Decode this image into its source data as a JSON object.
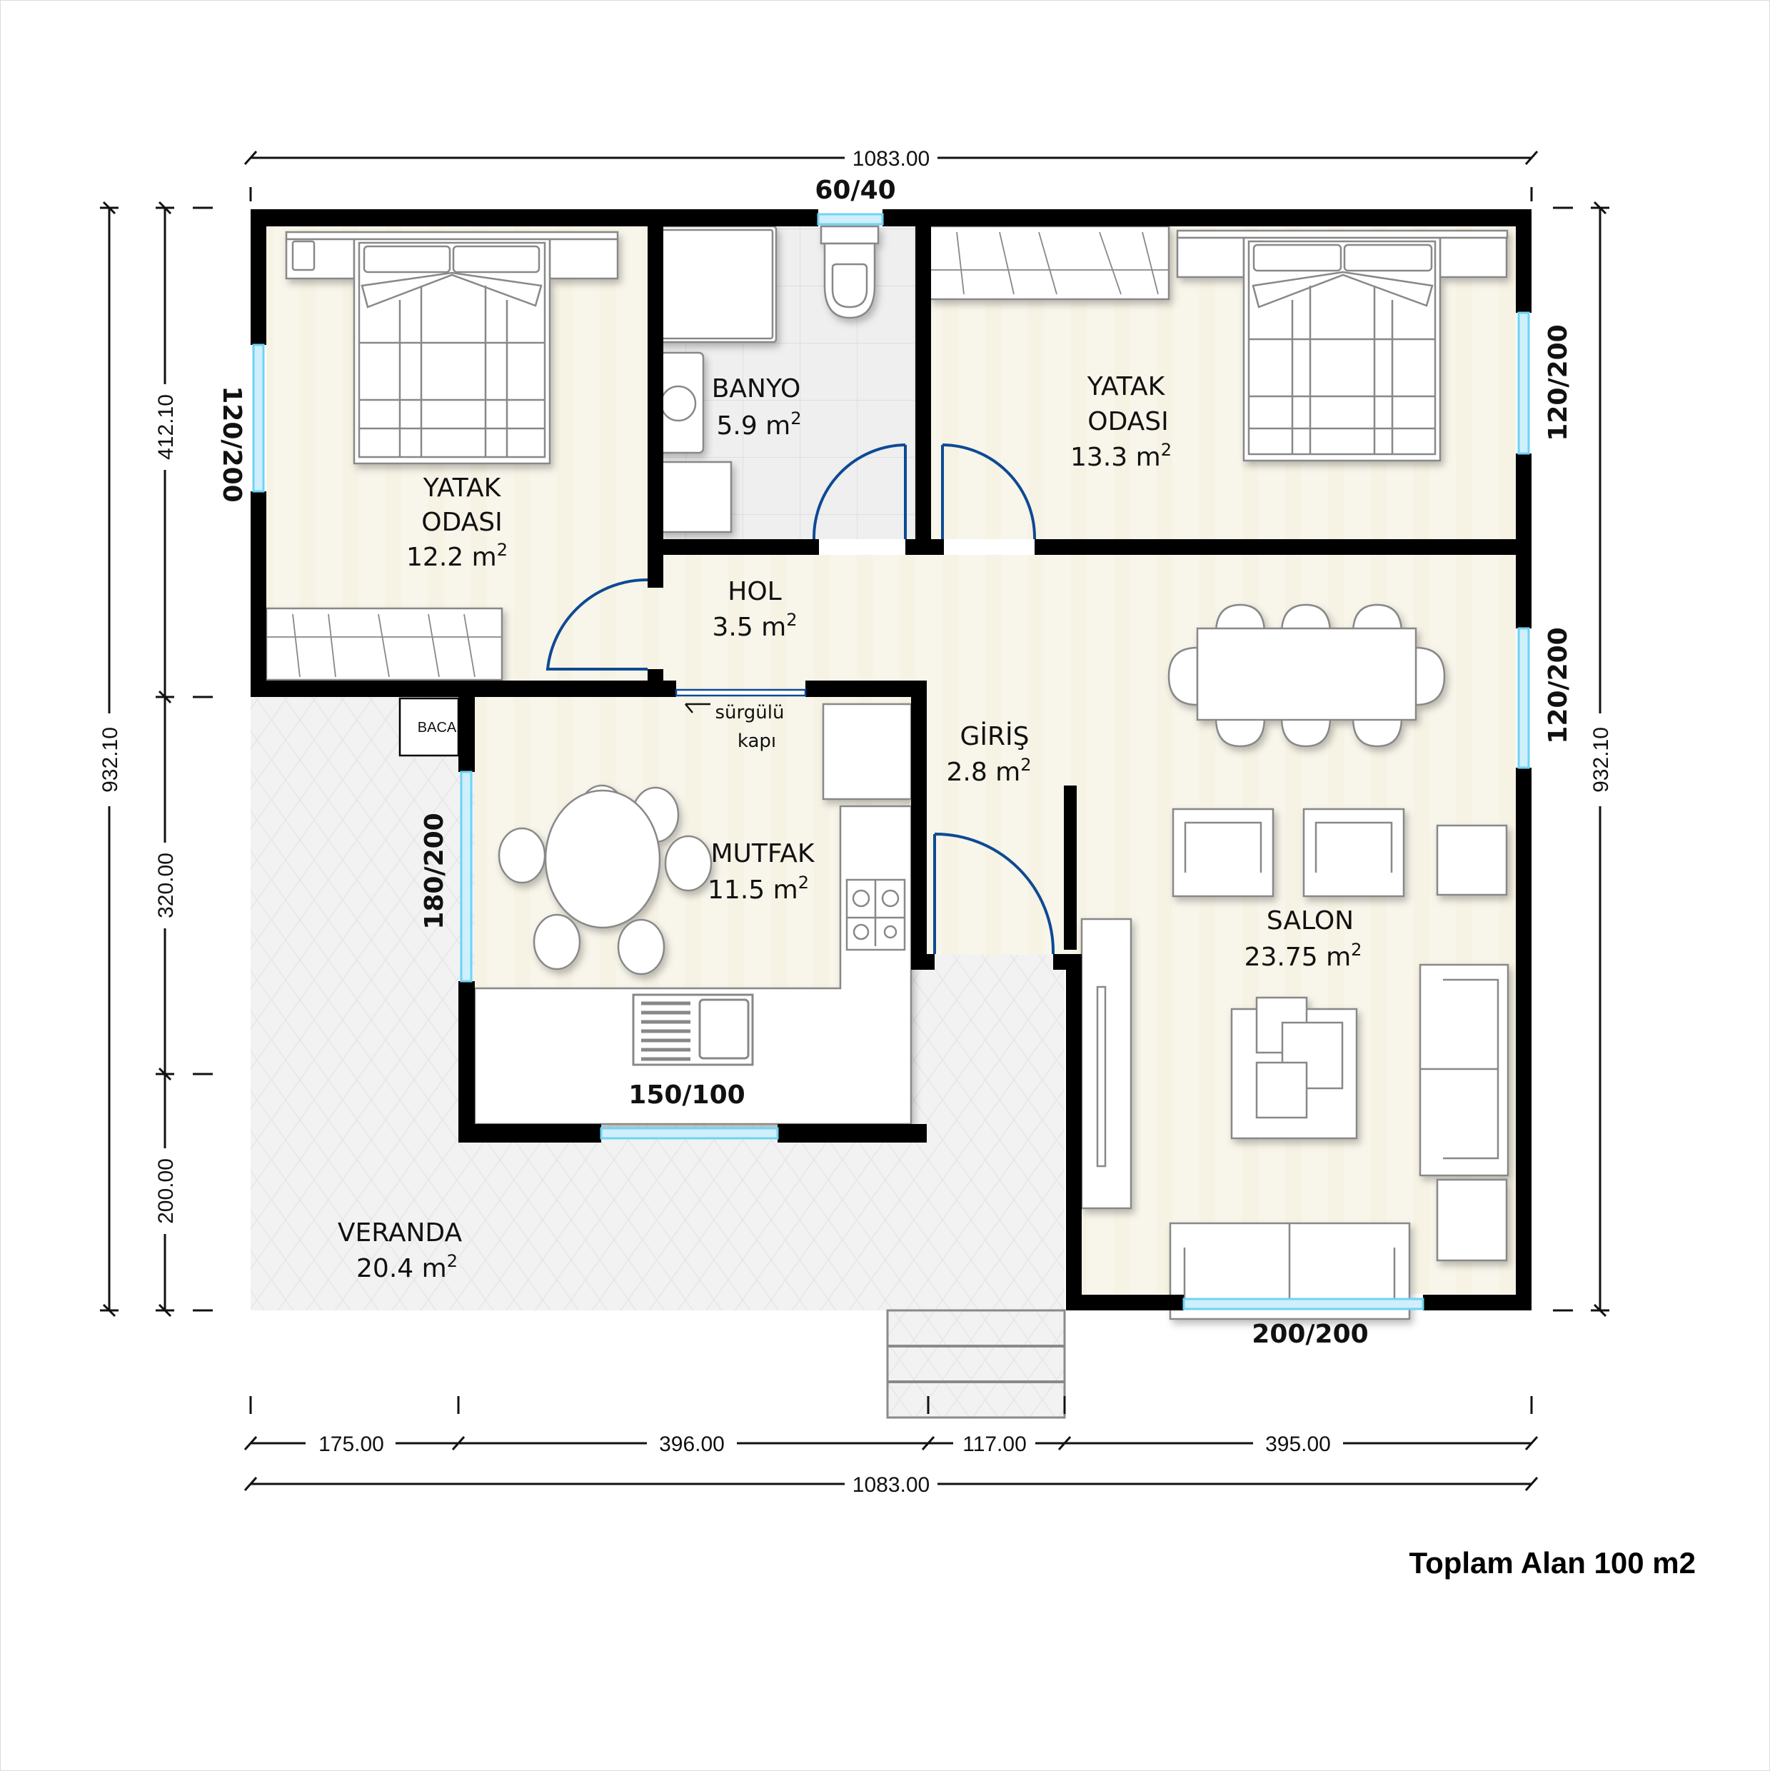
{
  "plan": {
    "colors": {
      "wall": "#000000",
      "floor_wood": "#f8f5e9",
      "floor_tile": "#eeeeee",
      "veranda": "#f1f1f1",
      "window": "#7fd8f5",
      "door_arc": "#0d4a94",
      "furniture_stroke": "#888888"
    },
    "rooms": [
      {
        "id": "yatak-odasi-1",
        "name_line1": "YATAK",
        "name_line2": "ODASI",
        "area_value": "12.2 m",
        "area_sup": "2"
      },
      {
        "id": "banyo",
        "name_line1": "BANYO",
        "area_value": "5.9 m",
        "area_sup": "2"
      },
      {
        "id": "yatak-odasi-2",
        "name_line1": "YATAK",
        "name_line2": "ODASI",
        "area_value": "13.3 m",
        "area_sup": "2"
      },
      {
        "id": "hol",
        "name_line1": "HOL",
        "area_value": "3.5 m",
        "area_sup": "2"
      },
      {
        "id": "giris",
        "name_line1": "GİRİŞ",
        "area_value": "2.8 m",
        "area_sup": "2"
      },
      {
        "id": "mutfak",
        "name_line1": "MUTFAK",
        "area_value": "11.5 m",
        "area_sup": "2"
      },
      {
        "id": "salon",
        "name_line1": "SALON",
        "area_value": "23.75 m",
        "area_sup": "2"
      },
      {
        "id": "veranda",
        "name_line1": "VERANDA",
        "area_value": "20.4 m",
        "area_sup": "2"
      }
    ],
    "annotations": {
      "sliding_door_line1": "sürgülü",
      "sliding_door_line2": "kapı",
      "chimney": "BACA"
    },
    "windows": {
      "bath_top": "60/40",
      "bedroom1_left": "120/200",
      "bedroom2_right": "120/200",
      "salon_right": "120/200",
      "kitchen_left": "180/200",
      "kitchen_bottom": "150/100",
      "salon_bottom": "200/200"
    },
    "dimensions": {
      "top_total": "1083.00",
      "bottom_segments": [
        "175.00",
        "396.00",
        "117.00",
        "395.00"
      ],
      "bottom_total": "1083.00",
      "left_total": "932.10",
      "left_segments": [
        "412.10",
        "320.00",
        "200.00"
      ],
      "right_total": "932.10"
    }
  },
  "footer": {
    "total_area": "Toplam Alan 100 m2"
  }
}
